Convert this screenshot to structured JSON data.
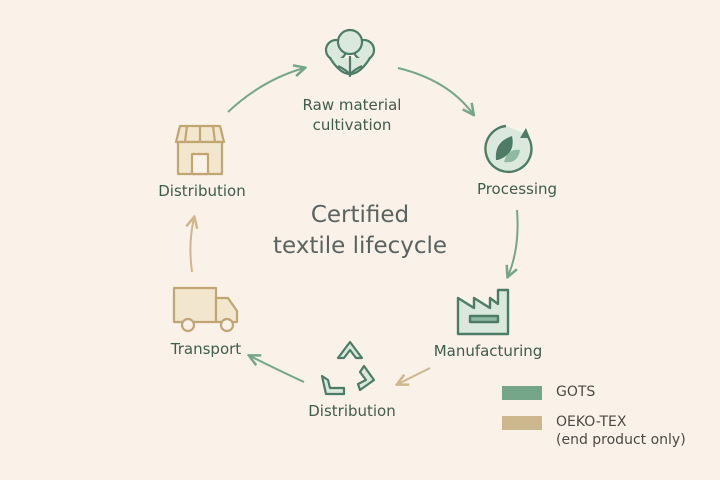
{
  "colors": {
    "gots": "#76a68a",
    "oekotex": "#cdb88d",
    "background": "#faf1e8"
  },
  "title": {
    "line1": "Certified",
    "line2": "textile lifecycle"
  },
  "stages": {
    "raw_material": {
      "line1": "Raw material",
      "line2": "cultivation",
      "icon": "cotton-plant-icon"
    },
    "processing": {
      "label": "Processing",
      "icon": "recycle-leaf-icon"
    },
    "manufacturing": {
      "label": "Manufacturing",
      "icon": "factory-icon"
    },
    "distribution_recycle": {
      "label": "Distribution",
      "icon": "recycle-arrows-icon"
    },
    "transport": {
      "label": "Transport",
      "icon": "truck-icon"
    },
    "distribution_store": {
      "label": "Distribution",
      "icon": "storefront-icon"
    }
  },
  "legend": [
    {
      "label": "GOTS",
      "note": ""
    },
    {
      "label": "OEKO-TEX",
      "note": "(end product only)"
    }
  ]
}
